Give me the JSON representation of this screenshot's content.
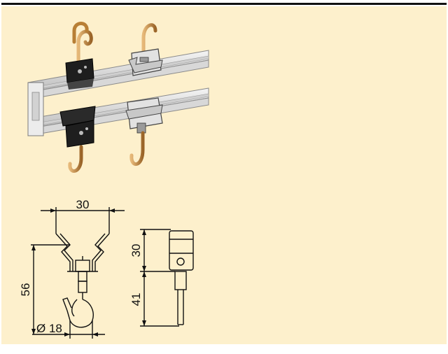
{
  "colors": {
    "panel_bg": "#fdf0cc",
    "top_rule": "#111111",
    "hook": "#c08a3e",
    "rail": "#e3e3e3",
    "black_clip": "#1e1e1e",
    "line": "#111111"
  },
  "dimensions": {
    "width_top": "30",
    "height_total": "56",
    "diameter": "Ø 18",
    "side_height_clip": "30",
    "side_height_hook": "41"
  }
}
